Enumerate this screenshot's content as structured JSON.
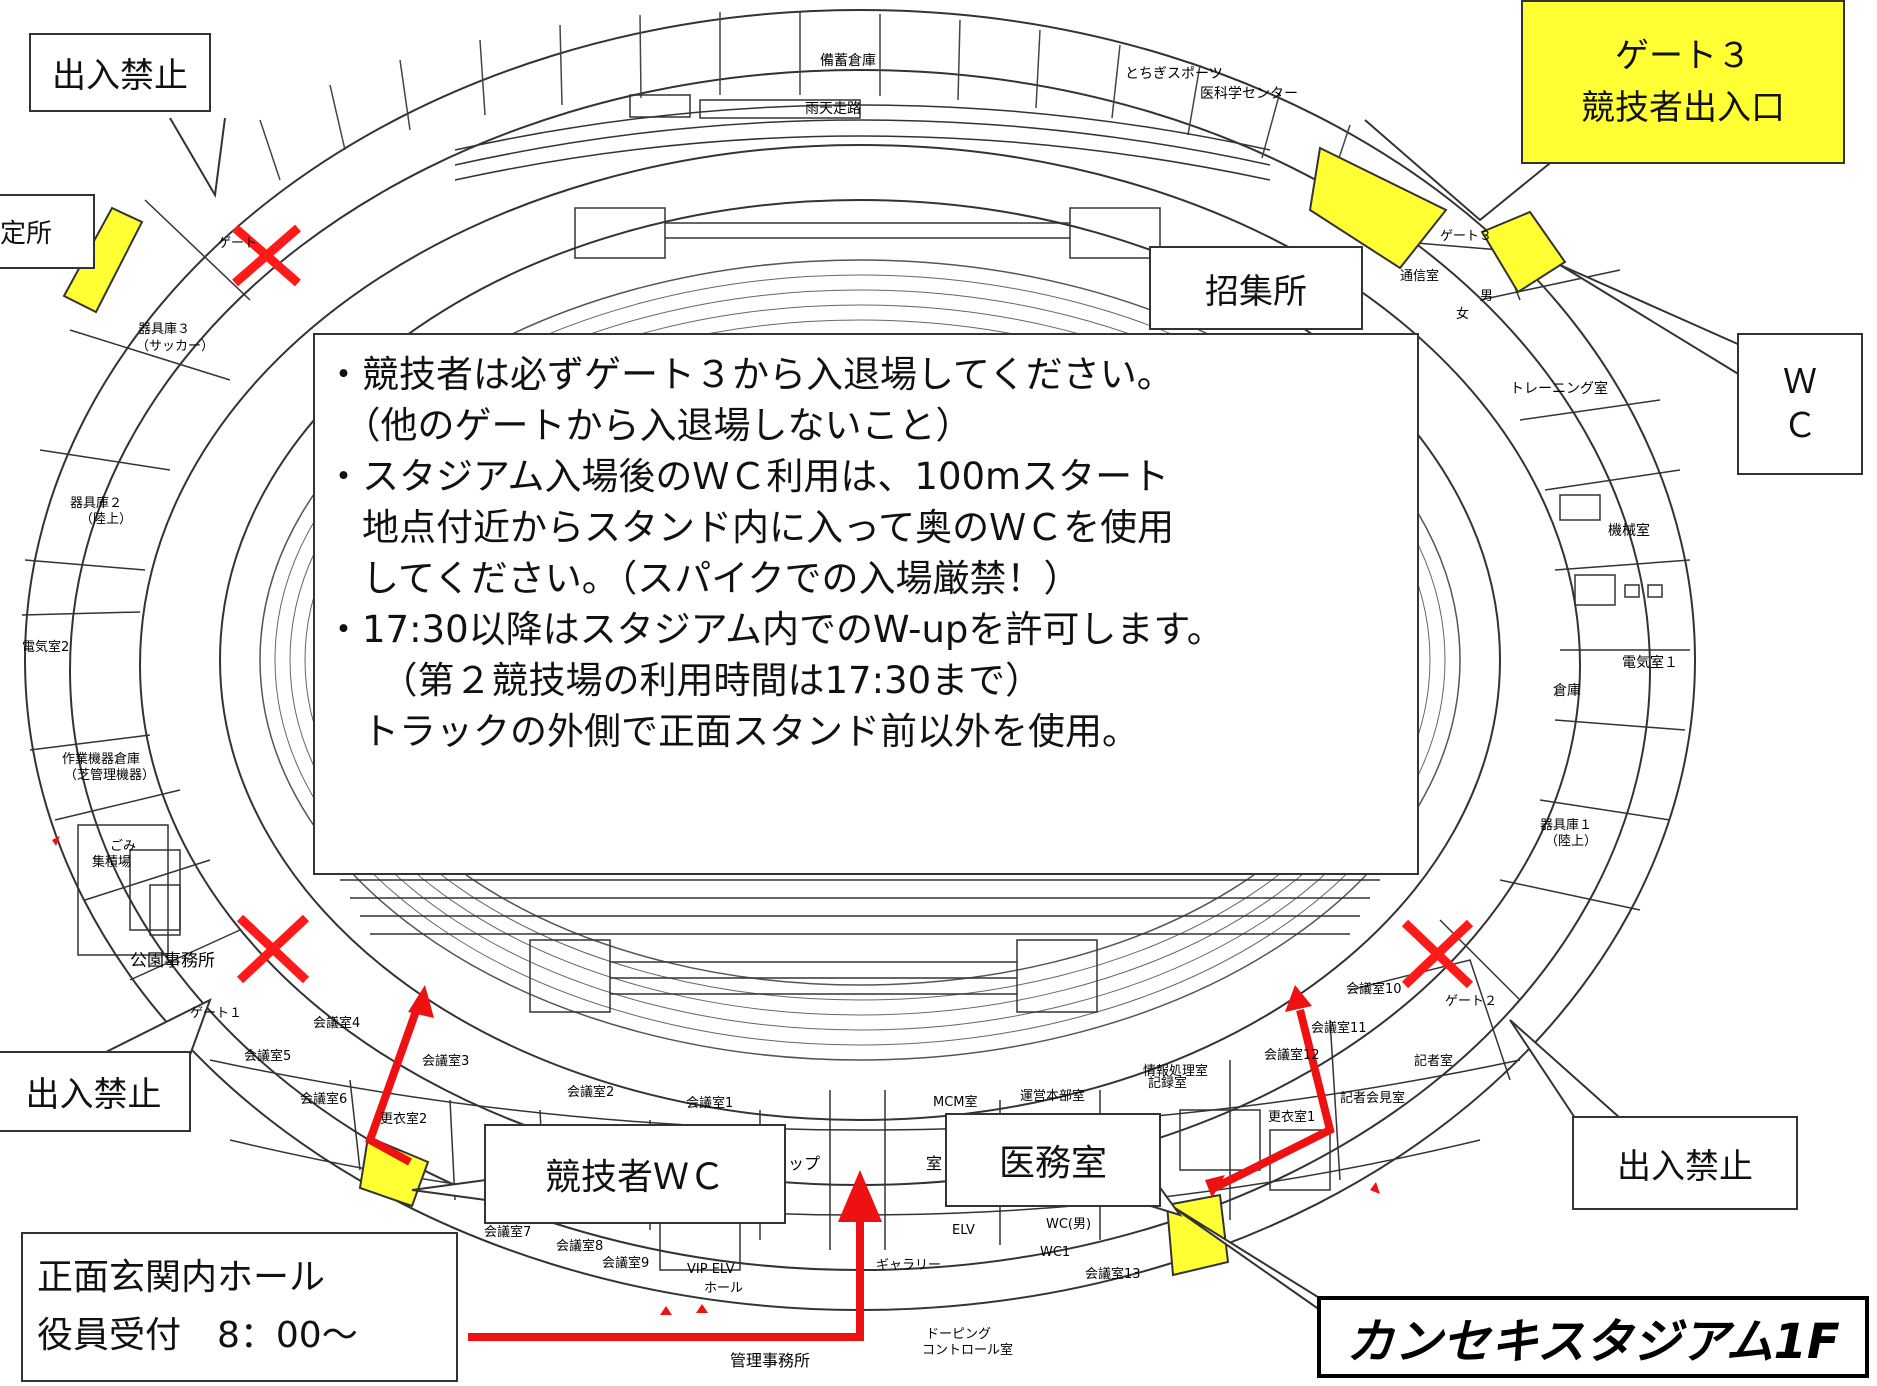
{
  "callouts": {
    "no_entry_top_left": "出入禁止",
    "no_entry_left": "出入禁止",
    "no_entry_right": "出入禁止",
    "gate3_line1": "ゲート３",
    "gate3_line2": "競技者出入口",
    "wc_line1": "Ｗ",
    "wc_line2": "Ｃ",
    "call_room": "招集所",
    "athlete_wc": "競技者ＷＣ",
    "medical_room": "医務室",
    "partial_left_label": "定所",
    "front_hall_line1": "正面玄関内ホール",
    "front_hall_line2": "役員受付　8：00～"
  },
  "notice": {
    "line1": "・競技者は必ずゲート３から入退場してください。",
    "line2": "　（他のゲートから入退場しないこと）",
    "line3": "・スタジアム入場後のＷＣ利用は、100mスタート",
    "line4": "　地点付近からスタンド内に入って奥のＷＣを使用",
    "line5": "　してください。（スパイクでの入場厳禁！）",
    "line6": "・17:30以降はスタジアム内でのW-upを許可します。",
    "line7": "　　（第２競技場の利用時間は17:30まで）",
    "line8": "　トラックの外側で正面スタンド前以外を使用。"
  },
  "title": "カンセキスタジアム1F",
  "rooms": {
    "storage_reserve": "備蓄倉庫",
    "tochigi_sports_1": "とちぎスポーツ",
    "tochigi_sports_2": "医科学センター",
    "rain_corridor": "雨天走路",
    "gate3_small": "ゲート３",
    "comm_room": "通信室",
    "male": "男",
    "female": "女",
    "training_room": "トレーニング室",
    "machine_room": "機械室",
    "electric_room1": "電気室１",
    "warehouse": "倉庫",
    "equip1_a": "器具庫１",
    "equip1_b": "（陸上）",
    "equip3_a": "器具庫３",
    "equip3_b": "（サッカー）",
    "equip2_a": "器具庫２",
    "equip2_b": "（陸上）",
    "electric_room2": "電気室2",
    "work_equip_a": "作業機器倉庫",
    "work_equip_b": "（芝管理機器）",
    "garbage_a": "ごみ",
    "garbage_b": "集積場",
    "park_office": "公園事務所",
    "gate1_small": "ゲート１",
    "gate_small_top": "ゲート",
    "gate2_small": "ゲート２",
    "conf4": "会議室4",
    "conf5": "会議室5",
    "conf6": "会議室6",
    "conf3": "会議室3",
    "conf2": "会議室2",
    "conf1": "会議室1",
    "conf7": "会議室7",
    "conf8": "会議室8",
    "conf9": "会議室9",
    "conf10": "会議室10",
    "conf11": "会議室11",
    "conf12": "会議室12",
    "conf13": "会議室13",
    "locker2": "更衣室2",
    "locker1": "更衣室1",
    "mcm_room": "MCM室",
    "ops_hq": "運営本部室",
    "info_proc": "情報処理室",
    "record_room": "記録室",
    "press_room": "記者室",
    "press_conf": "記者会見室",
    "vip_elv": "VIP ELV",
    "hall": "ホール",
    "gallery": "ギャラリー",
    "elv": "ELV",
    "wc_male_small": "WC(男)",
    "wc1": "WC1",
    "doping_a": "ドーピング",
    "doping_b": "コントロール室",
    "mgmt_office": "管理事務所",
    "shop_partial": "ップ",
    "room_partial": "室"
  },
  "colors": {
    "highlight_yellow": "#ffff33",
    "no_entry_red": "#ff1a1a",
    "arrow_red": "#ee1111",
    "line_dark": "#222222"
  }
}
